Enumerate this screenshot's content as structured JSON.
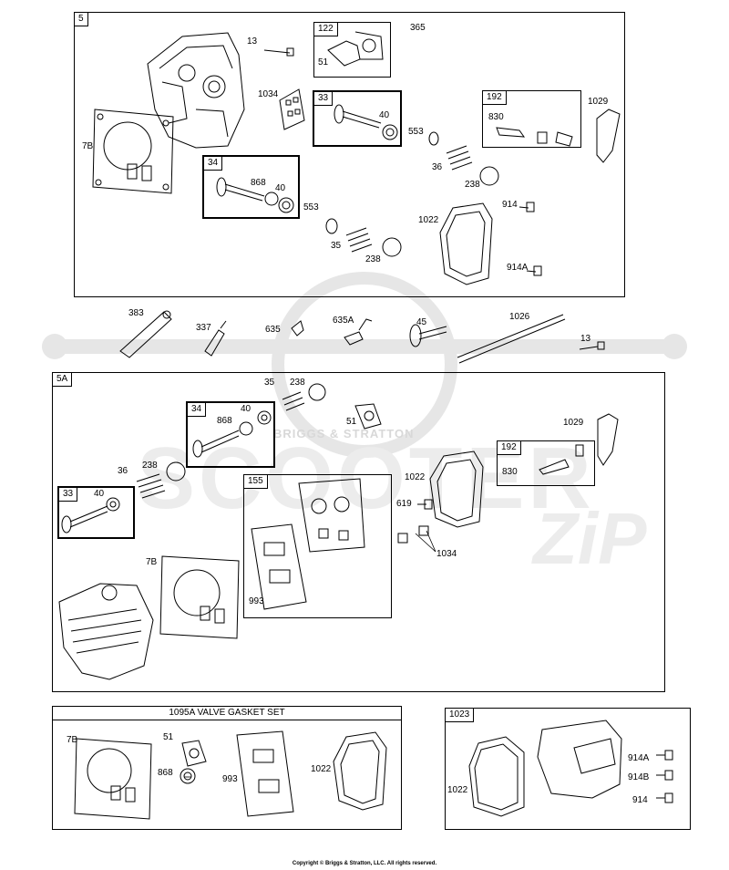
{
  "groups": {
    "g5": "5",
    "g5a": "5A",
    "g122": "122",
    "g33a": "33",
    "g192a": "192",
    "g34a": "34",
    "g34b": "34",
    "g192b": "192",
    "g33b": "33",
    "g155": "155",
    "g1023": "1023"
  },
  "set_title": "1095A VALVE GASKET SET",
  "watermark": {
    "brand": "BRIGGS & STRATTON",
    "word": "SCOOTER",
    "script": "ZiP"
  },
  "copyright": "Copyright © Briggs & Stratton, LLC. All rights reserved.",
  "labels": {
    "l13a": "13",
    "l365": "365",
    "l51a": "51",
    "l1034a": "1034",
    "l40a": "40",
    "l553a": "553",
    "l830a": "830",
    "l1029a": "1029",
    "l7Ba": "7B",
    "l868a": "868",
    "l40b": "40",
    "l36a": "36",
    "l238a": "238",
    "l914a": "914",
    "l553b": "553",
    "l1022a": "1022",
    "l35a": "35",
    "l238b": "238",
    "l914Aa": "914A",
    "l383": "383",
    "l337": "337",
    "l635": "635",
    "l635A": "635A",
    "l45": "45",
    "l1026": "1026",
    "l13b": "13",
    "l35b": "35",
    "l238c": "238",
    "l40c": "40",
    "l868b": "868",
    "l51b": "51",
    "l1029b": "1029",
    "l36b": "36",
    "l238d": "238",
    "l830b": "830",
    "l40d": "40",
    "l1022b": "1022",
    "l619": "619",
    "l1034b": "1034",
    "l7Bb": "7B",
    "l993a": "993",
    "l7Bc": "7B",
    "l51c": "51",
    "l868c": "868",
    "l993b": "993",
    "l1022c": "1022",
    "l1022d": "1022",
    "l914Ab": "914A",
    "l914B": "914B",
    "l914b": "914"
  }
}
